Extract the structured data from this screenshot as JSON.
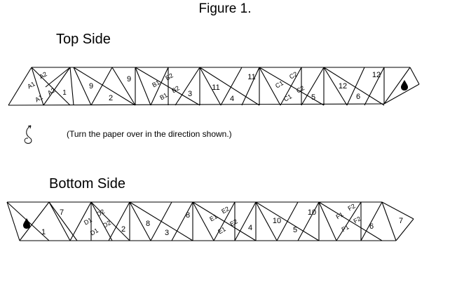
{
  "figure_title": "Figure 1.",
  "top_side": {
    "heading": "Top Side",
    "labels": [
      "A1",
      "A2",
      "A1",
      "A2",
      "1",
      "9",
      "9",
      "2",
      "B1",
      "B2",
      "B1",
      "B2",
      "3",
      "11",
      "11",
      "4",
      "C1",
      "C2",
      "C1",
      "C2",
      "5",
      "12",
      "12",
      "6"
    ]
  },
  "instruction": "(Turn the paper over in the direction shown.)",
  "bottom_side": {
    "heading": "Bottom Side",
    "labels": [
      "1",
      "7",
      "D1",
      "D2",
      "D1",
      "D2",
      "2",
      "8",
      "8",
      "3",
      "E1",
      "E2",
      "E1",
      "E2",
      "4",
      "10",
      "10",
      "5",
      "F1",
      "F2",
      "F1",
      "F2",
      "6",
      "7"
    ]
  },
  "icons": {
    "drop": "drop-icon",
    "turn": "turn-over-arrow-icon"
  }
}
